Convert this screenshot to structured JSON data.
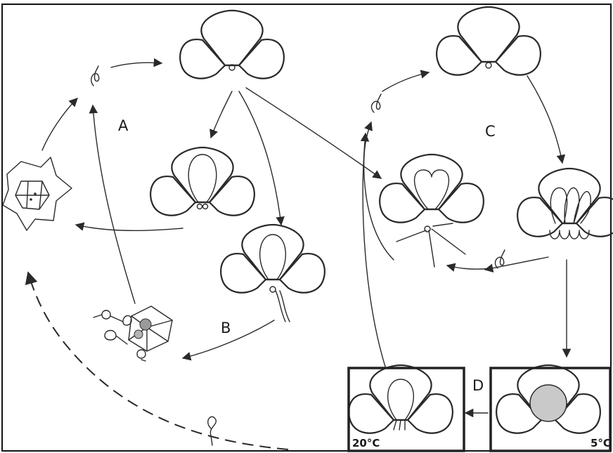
{
  "labels": {
    "a": "A",
    "b": "B",
    "c": "C",
    "d": "D"
  },
  "temperatures": {
    "warm": "20°C",
    "cold": "5°C"
  }
}
